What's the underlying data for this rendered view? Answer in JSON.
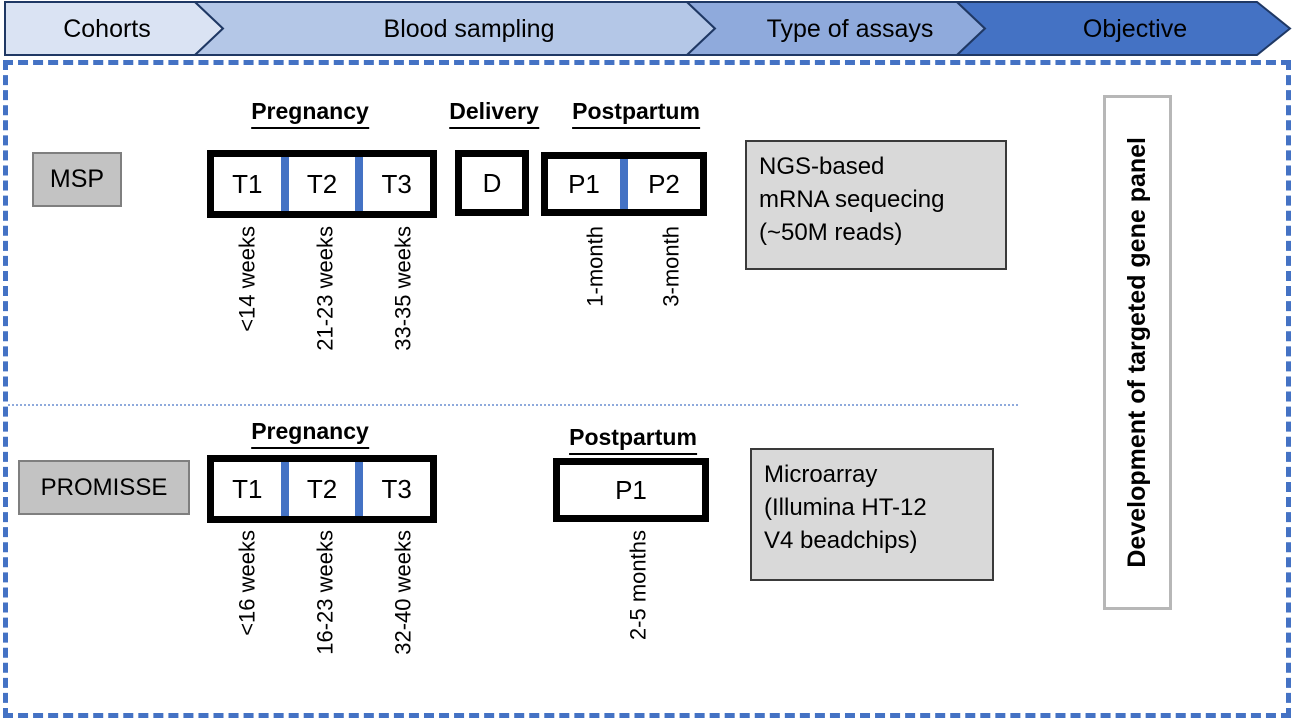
{
  "banner": {
    "outline": "#1f3864",
    "segments": [
      {
        "label": "Cohorts",
        "fill": "#dae3f3"
      },
      {
        "label": "Blood sampling",
        "fill": "#b4c7e7"
      },
      {
        "label": "Type of assays",
        "fill": "#8faadc"
      },
      {
        "label": "Objective",
        "fill": "#4472c4"
      }
    ]
  },
  "msp": {
    "cohort": "MSP",
    "pregnancy_header": "Pregnancy",
    "delivery_header": "Delivery",
    "postpartum_header": "Postpartum",
    "t1": "T1",
    "t2": "T2",
    "t3": "T3",
    "d": "D",
    "p1": "P1",
    "p2": "P2",
    "t1_time": "<14 weeks",
    "t2_time": "21-23 weeks",
    "t3_time": "33-35 weeks",
    "p1_time": "1-month",
    "p2_time": "3-month",
    "assay": "NGS-based\nmRNA sequecing\n(~50M reads)"
  },
  "promisse": {
    "cohort": "PROMISSE",
    "pregnancy_header": "Pregnancy",
    "postpartum_header": "Postpartum",
    "t1": "T1",
    "t2": "T2",
    "t3": "T3",
    "p1": "P1",
    "t1_time": "<16 weeks",
    "t2_time": "16-23 weeks",
    "t3_time": "32-40 weeks",
    "p1_time": "2-5 months",
    "assay": "Microarray\n(Illumina HT-12\nV4 beadchips)"
  },
  "objective_panel": {
    "label": "Development of targeted gene panel"
  },
  "colors": {
    "timeline_divider_blue": "#4472c4",
    "dashed_frame_blue": "#4472c4",
    "row_separator_blue": "#8faadc",
    "cohort_box_gray": "#c3c3c3",
    "assay_box_gray": "#d9d9d9"
  }
}
